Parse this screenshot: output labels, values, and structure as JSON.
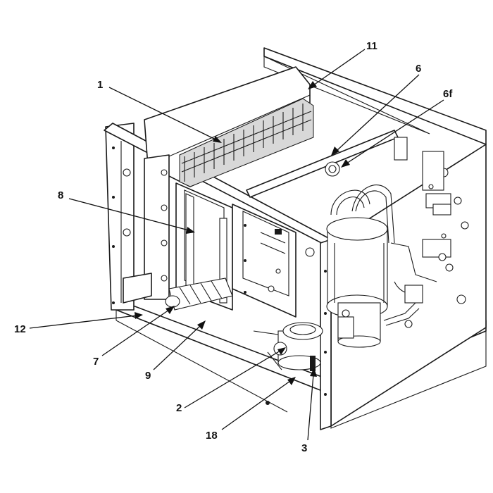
{
  "callouts": [
    {
      "id": "c1",
      "label": "1"
    },
    {
      "id": "c11",
      "label": "11"
    },
    {
      "id": "c6",
      "label": "6"
    },
    {
      "id": "c6f",
      "label": "6f"
    },
    {
      "id": "c8",
      "label": "8"
    },
    {
      "id": "c12",
      "label": "12"
    },
    {
      "id": "c7",
      "label": "7"
    },
    {
      "id": "c9",
      "label": "9"
    },
    {
      "id": "c2",
      "label": "2"
    },
    {
      "id": "c18",
      "label": "18"
    },
    {
      "id": "c3",
      "label": "3"
    }
  ]
}
